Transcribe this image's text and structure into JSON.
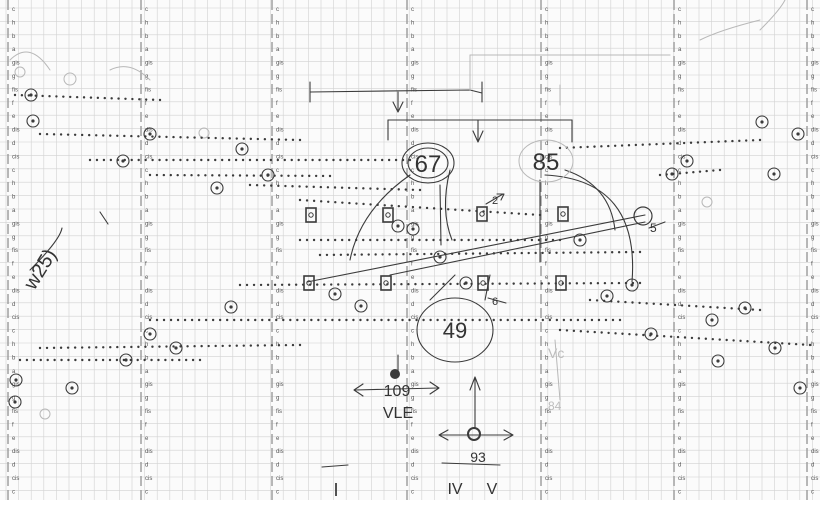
{
  "pitch_labels": [
    "c",
    "h",
    "b",
    "a",
    "gis",
    "g",
    "fis",
    "f",
    "e",
    "dis",
    "d",
    "cis",
    "c",
    "h",
    "b",
    "a",
    "gis",
    "g",
    "fis",
    "f",
    "e",
    "dis",
    "d",
    "cis",
    "c",
    "h",
    "b",
    "a",
    "gis",
    "g",
    "fis",
    "f",
    "e",
    "dis",
    "d",
    "cis",
    "c"
  ],
  "annotations": {
    "upper_left_number": "67",
    "upper_right_number": "85",
    "lower_number": "49",
    "ratio_label": "109",
    "ratio_sub": "VLE",
    "bottom_ratio": "93",
    "left_margin_note": "w25)",
    "small_two": "2",
    "small_five": "5",
    "small_six": "6",
    "roman_one": "I",
    "roman_four": "IV",
    "roman_five": "V",
    "right_faint_note": "Vc",
    "right_faint_number": "84"
  },
  "colors": {
    "grid": "#d2d2d2",
    "staff_line": "#9a9a9a",
    "ink": "#3b3b3b",
    "faint_ink": "#b8b8b8"
  }
}
